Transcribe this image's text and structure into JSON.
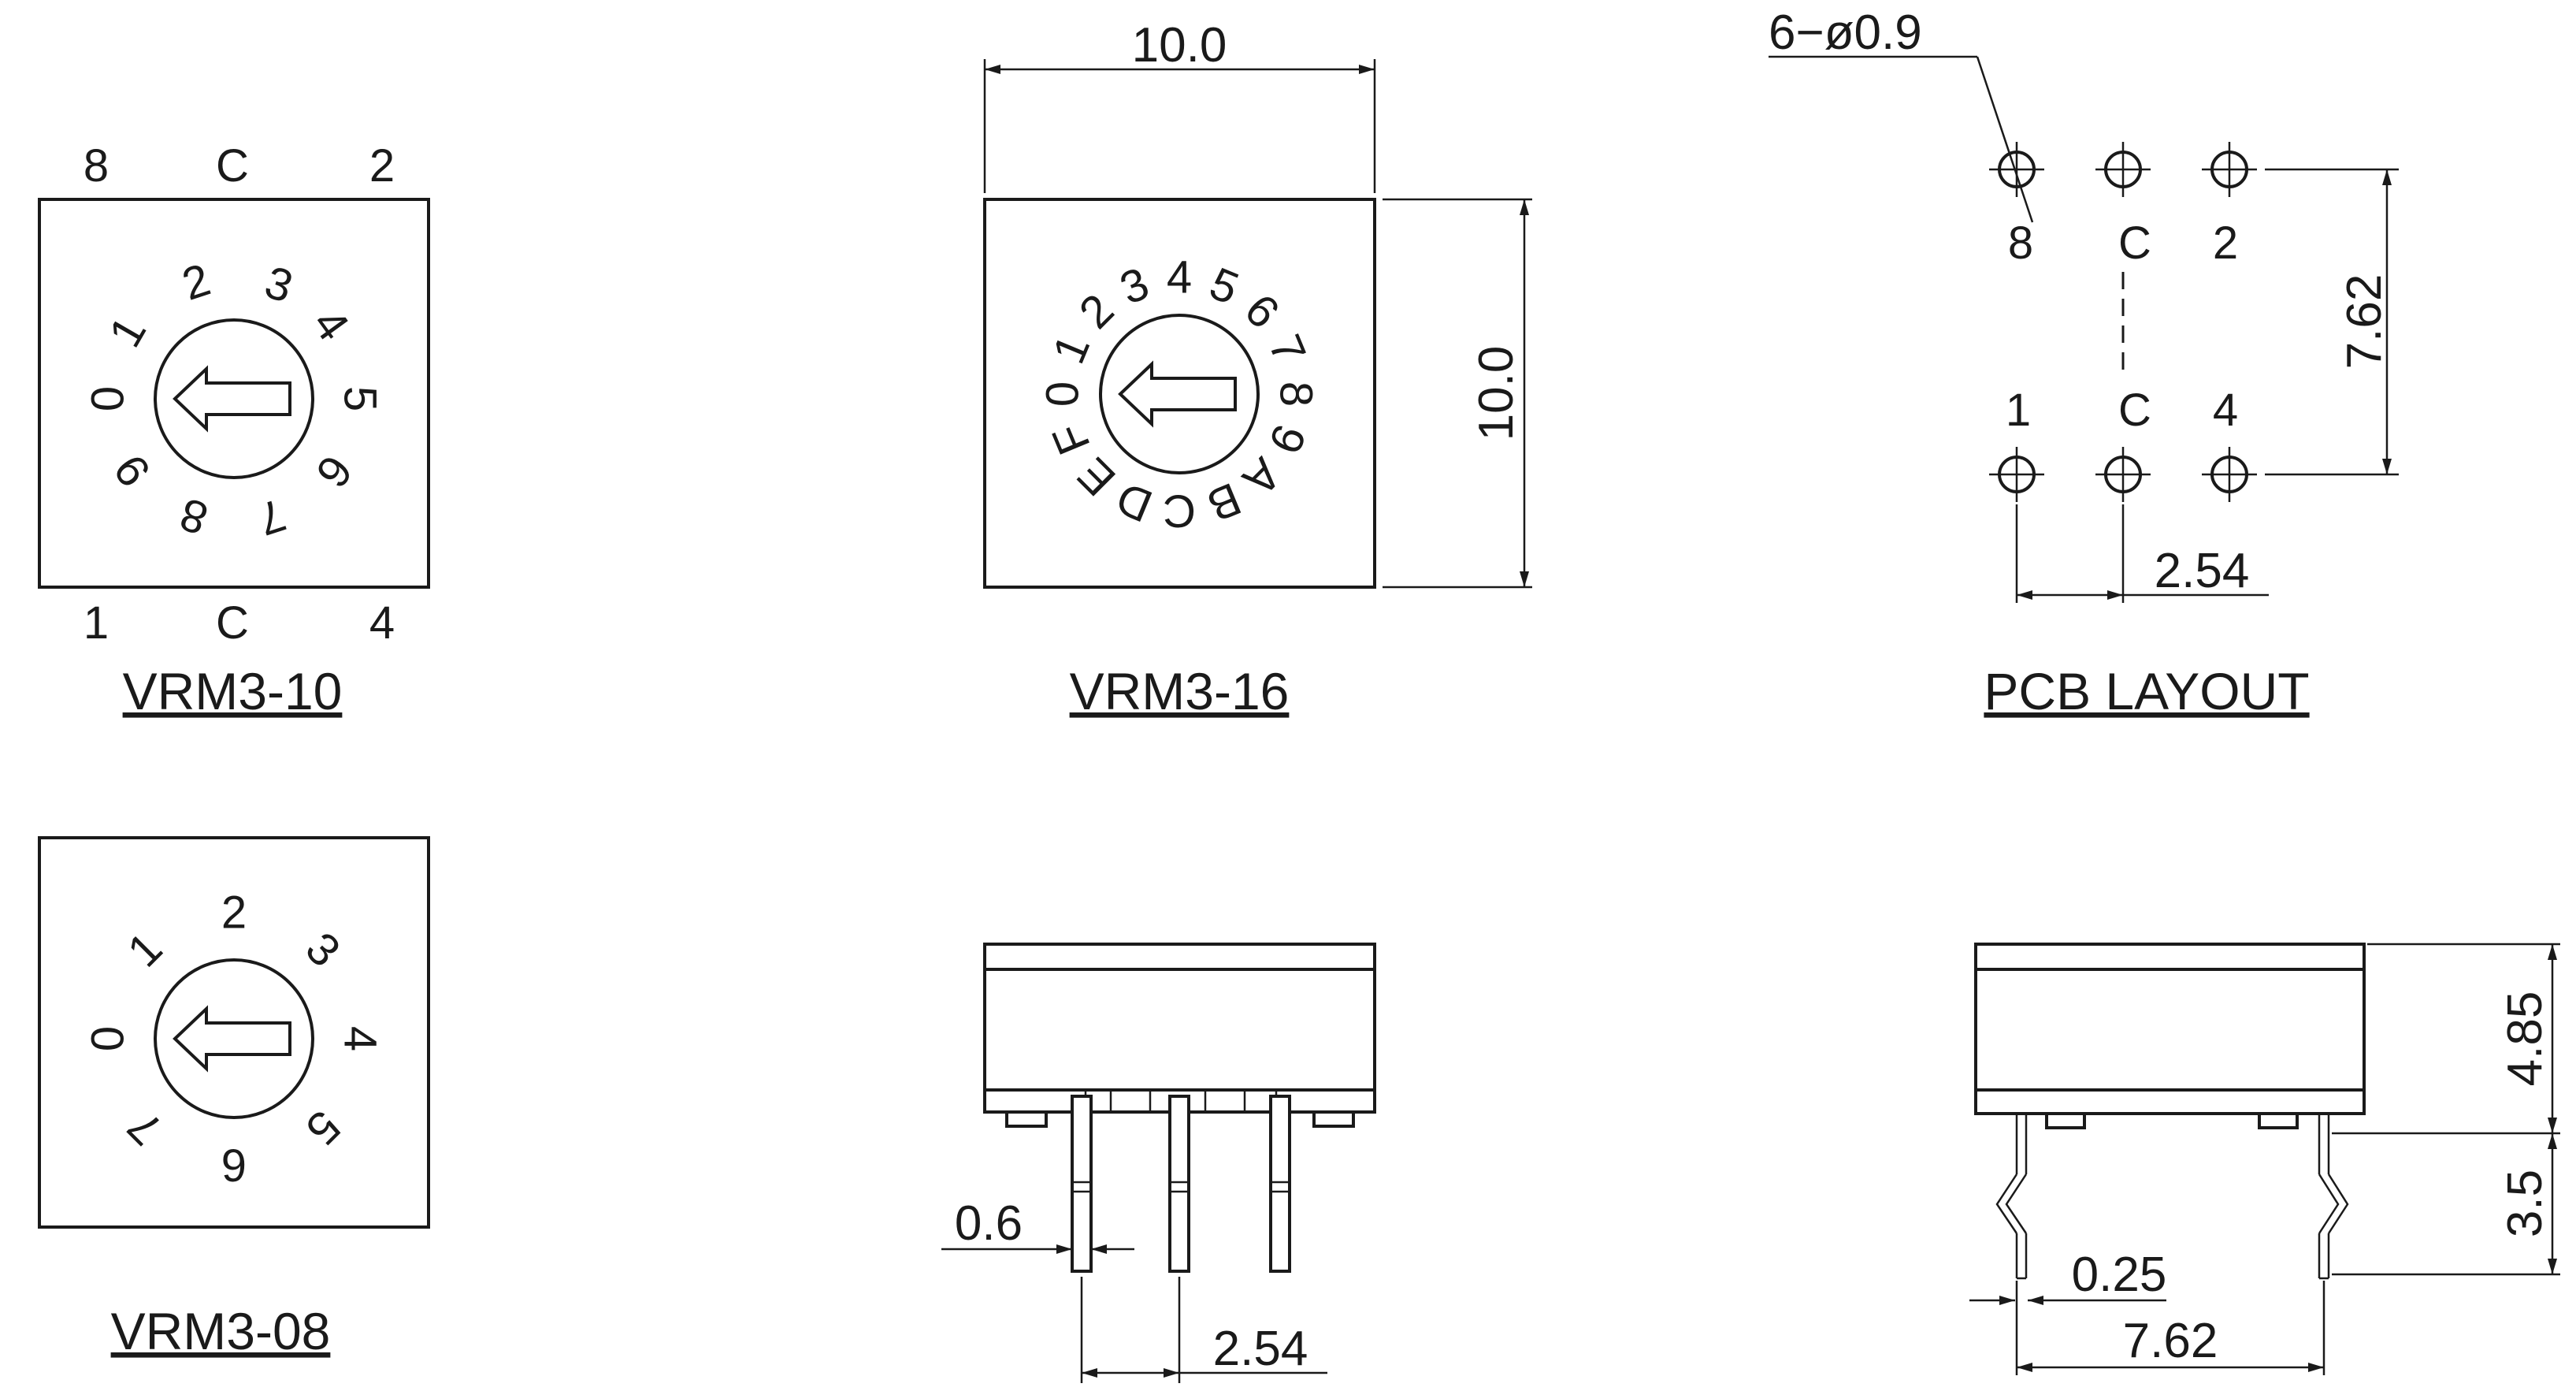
{
  "vrm3_10": {
    "title": "VRM3-10",
    "top_pins": [
      "8",
      "C",
      "2"
    ],
    "bottom_pins": [
      "1",
      "C",
      "4"
    ],
    "dial_digits": [
      "0",
      "1",
      "2",
      "3",
      "4",
      "5",
      "6",
      "7",
      "8",
      "9"
    ]
  },
  "vrm3_16": {
    "title": "VRM3-16",
    "width_dim": "10.0",
    "height_dim": "10.0",
    "dial_digits": [
      "0",
      "1",
      "2",
      "3",
      "4",
      "5",
      "6",
      "7",
      "8",
      "9",
      "A",
      "B",
      "C",
      "D",
      "E",
      "F"
    ]
  },
  "pcb_layout": {
    "title": "PCB LAYOUT",
    "hole_spec": "6−ø0.9",
    "top_pins": [
      "8",
      "C",
      "2"
    ],
    "bottom_pins": [
      "1",
      "C",
      "4"
    ],
    "row_spacing_dim": "7.62",
    "pitch_dim": "2.54"
  },
  "vrm3_08": {
    "title": "VRM3-08",
    "dial_digits": [
      "0",
      "1",
      "2",
      "3",
      "4",
      "5",
      "6",
      "7"
    ]
  },
  "side_view": {
    "pin_width_dim": "0.6",
    "pitch_dim": "2.54"
  },
  "end_view": {
    "body_height_dim": "4.85",
    "pin_length_dim": "3.5",
    "pin_thickness_dim": "0.25",
    "row_spacing_dim": "7.62"
  }
}
